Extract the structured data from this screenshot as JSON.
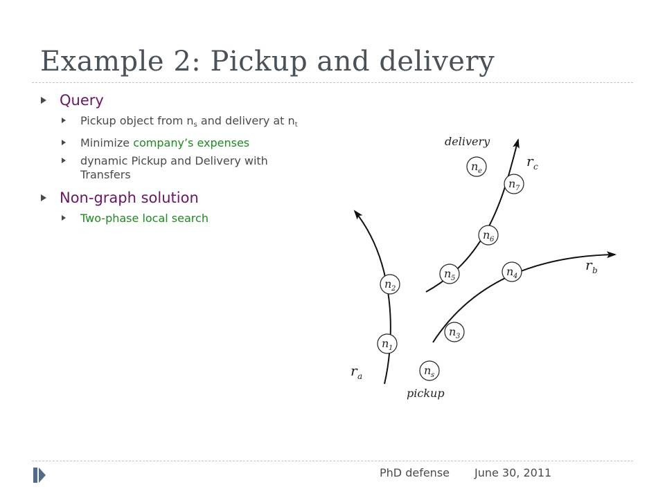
{
  "slide": {
    "title": "Example 2: Pickup and delivery"
  },
  "bullets": {
    "query": {
      "label": "Query",
      "items": {
        "pickup": {
          "pre": "Pickup object from n",
          "sub1": "s",
          "mid": " and delivery at n",
          "sub2": "t"
        },
        "minimize": {
          "pre": "Minimize ",
          "green": "company’s expenses"
        },
        "dynamic": {
          "text": "dynamic Pickup and Delivery with Transfers"
        }
      }
    },
    "nongraph": {
      "label": "Non-graph solution",
      "items": {
        "twophase": {
          "text": "Two-phase local search"
        }
      }
    }
  },
  "figure": {
    "labels": {
      "delivery": "delivery",
      "pickup": "pickup"
    },
    "routes": {
      "ra": {
        "base": "r",
        "sub": "a"
      },
      "rb": {
        "base": "r",
        "sub": "b"
      },
      "rc": {
        "base": "r",
        "sub": "c"
      }
    },
    "nodes": {
      "ne": {
        "base": "n",
        "sub": "e"
      },
      "n7": {
        "base": "n",
        "sub": "7"
      },
      "n6": {
        "base": "n",
        "sub": "6"
      },
      "n5": {
        "base": "n",
        "sub": "5"
      },
      "n4": {
        "base": "n",
        "sub": "4"
      },
      "n3": {
        "base": "n",
        "sub": "3"
      },
      "n2": {
        "base": "n",
        "sub": "2"
      },
      "n1": {
        "base": "n",
        "sub": "1"
      },
      "ns": {
        "base": "n",
        "sub": "s"
      }
    }
  },
  "footer": {
    "event": "PhD defense",
    "date": "June 30, 2011"
  }
}
